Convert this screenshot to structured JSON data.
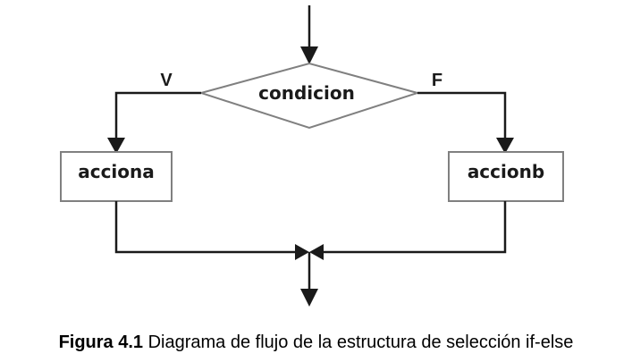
{
  "diagram": {
    "decision_label": "condicion",
    "true_label": "V",
    "false_label": "F",
    "left_action_label": "acciona",
    "right_action_label": "accionb"
  },
  "caption": {
    "label": "Figura 4.1",
    "text": "Diagrama de flujo de la estructura de selección if-else"
  },
  "colors": {
    "line": "#1a1a1a",
    "shape_stroke": "#808080",
    "background": "#ffffff"
  }
}
